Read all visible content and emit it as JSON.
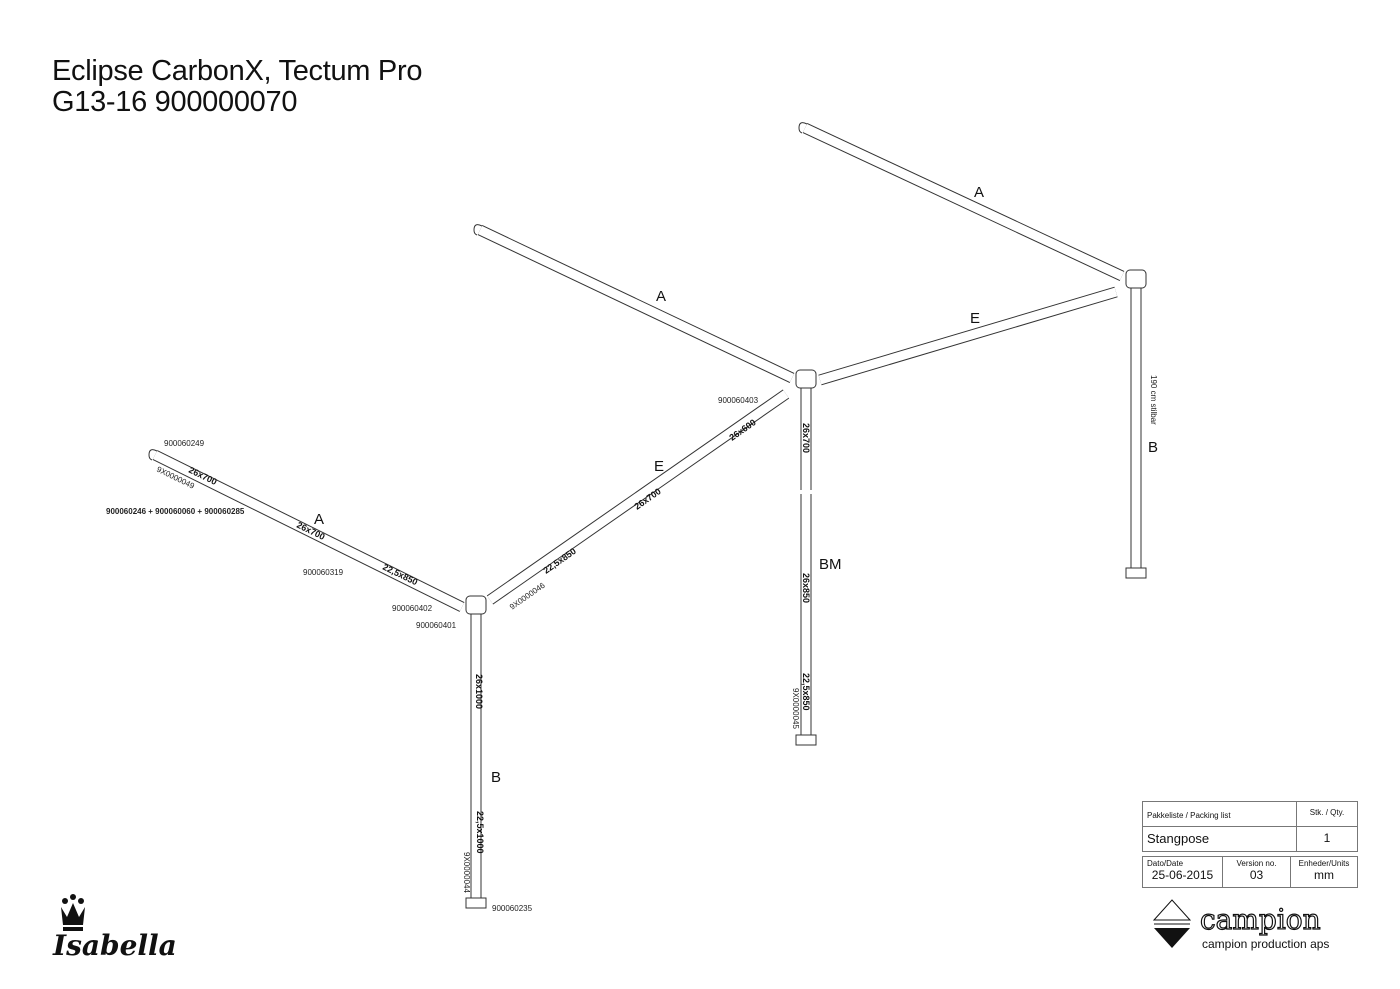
{
  "title": {
    "line1": "Eclipse CarbonX, Tectum Pro",
    "line2": "G13-16  900000070"
  },
  "part_labels": {
    "a_left": "A",
    "a_center": "A",
    "a_right": "A",
    "e_left": "E",
    "e_right": "E",
    "b_left": "B",
    "b_right": "B",
    "bm": "BM"
  },
  "dimensions": {
    "a1": "26x700",
    "a2": "26x700",
    "a3": "22,5x850",
    "e1": "22,5x850",
    "e2": "26x700",
    "e3": "26x600",
    "c1": "26x700",
    "c2": "26x850",
    "c3": "22,5x850",
    "b1": "26x1000",
    "b2": "22,5x1000",
    "right_note": "190 cm stilbar"
  },
  "part_numbers": {
    "p249": "900060249",
    "p049": "9X0000049",
    "combo": "900060246 + 900060060 + 900060285",
    "p319": "900060319",
    "p402": "900060402",
    "p401": "900060401",
    "p046": "9X0000046",
    "p403": "900060403",
    "p045": "9X0000045",
    "p044": "9X0000044",
    "p235": "900060235"
  },
  "packing_table": {
    "header_label": "Pakkeliste / Packing list",
    "header_qty": "Stk. / Qty.",
    "item": "Stangpose",
    "qty": "1",
    "date_label": "Dato/Date",
    "date": "25-06-2015",
    "version_label": "Version no.",
    "version": "03",
    "units_label": "Enheder/Units",
    "units": "mm"
  },
  "logos": {
    "isabella": "Isabella",
    "campion": "campion",
    "campion_tagline": "campion production aps"
  }
}
